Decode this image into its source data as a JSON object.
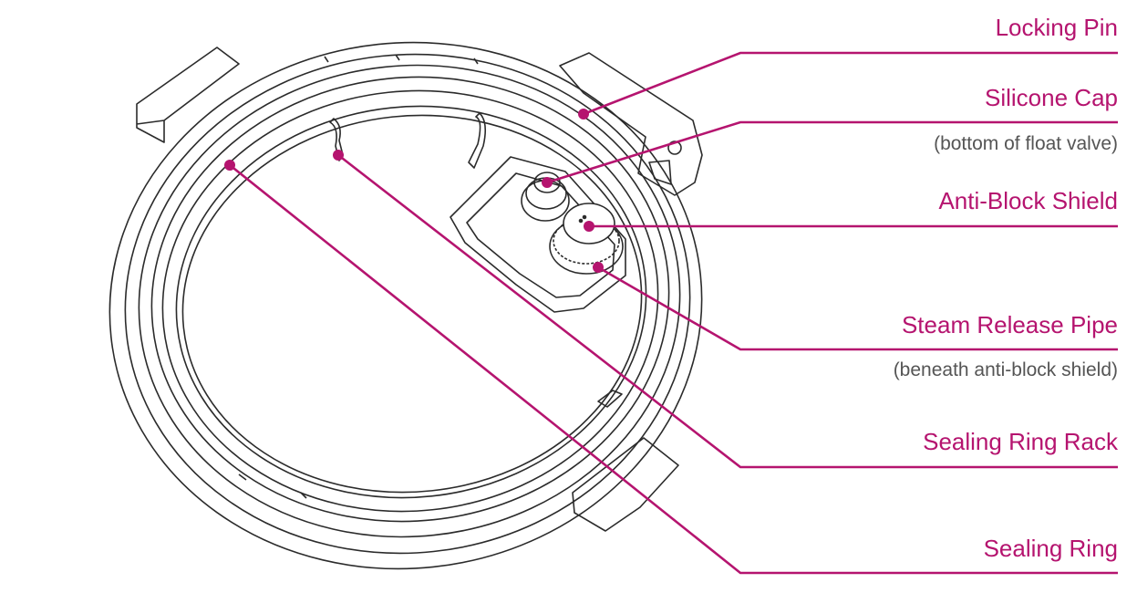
{
  "colors": {
    "accent": "#b5146f",
    "outline": "#2b2b2b",
    "subtext": "#555555"
  },
  "labels": [
    {
      "id": "locking-pin",
      "title": "Locking Pin",
      "note": ""
    },
    {
      "id": "silicone-cap",
      "title": "Silicone Cap",
      "note": "(bottom of float valve)"
    },
    {
      "id": "anti-block-shield",
      "title": "Anti-Block Shield",
      "note": ""
    },
    {
      "id": "steam-release-pipe",
      "title": "Steam Release Pipe",
      "note": "(beneath anti-block shield)"
    },
    {
      "id": "sealing-ring-rack",
      "title": "Sealing Ring Rack",
      "note": ""
    },
    {
      "id": "sealing-ring",
      "title": "Sealing Ring",
      "note": ""
    }
  ]
}
